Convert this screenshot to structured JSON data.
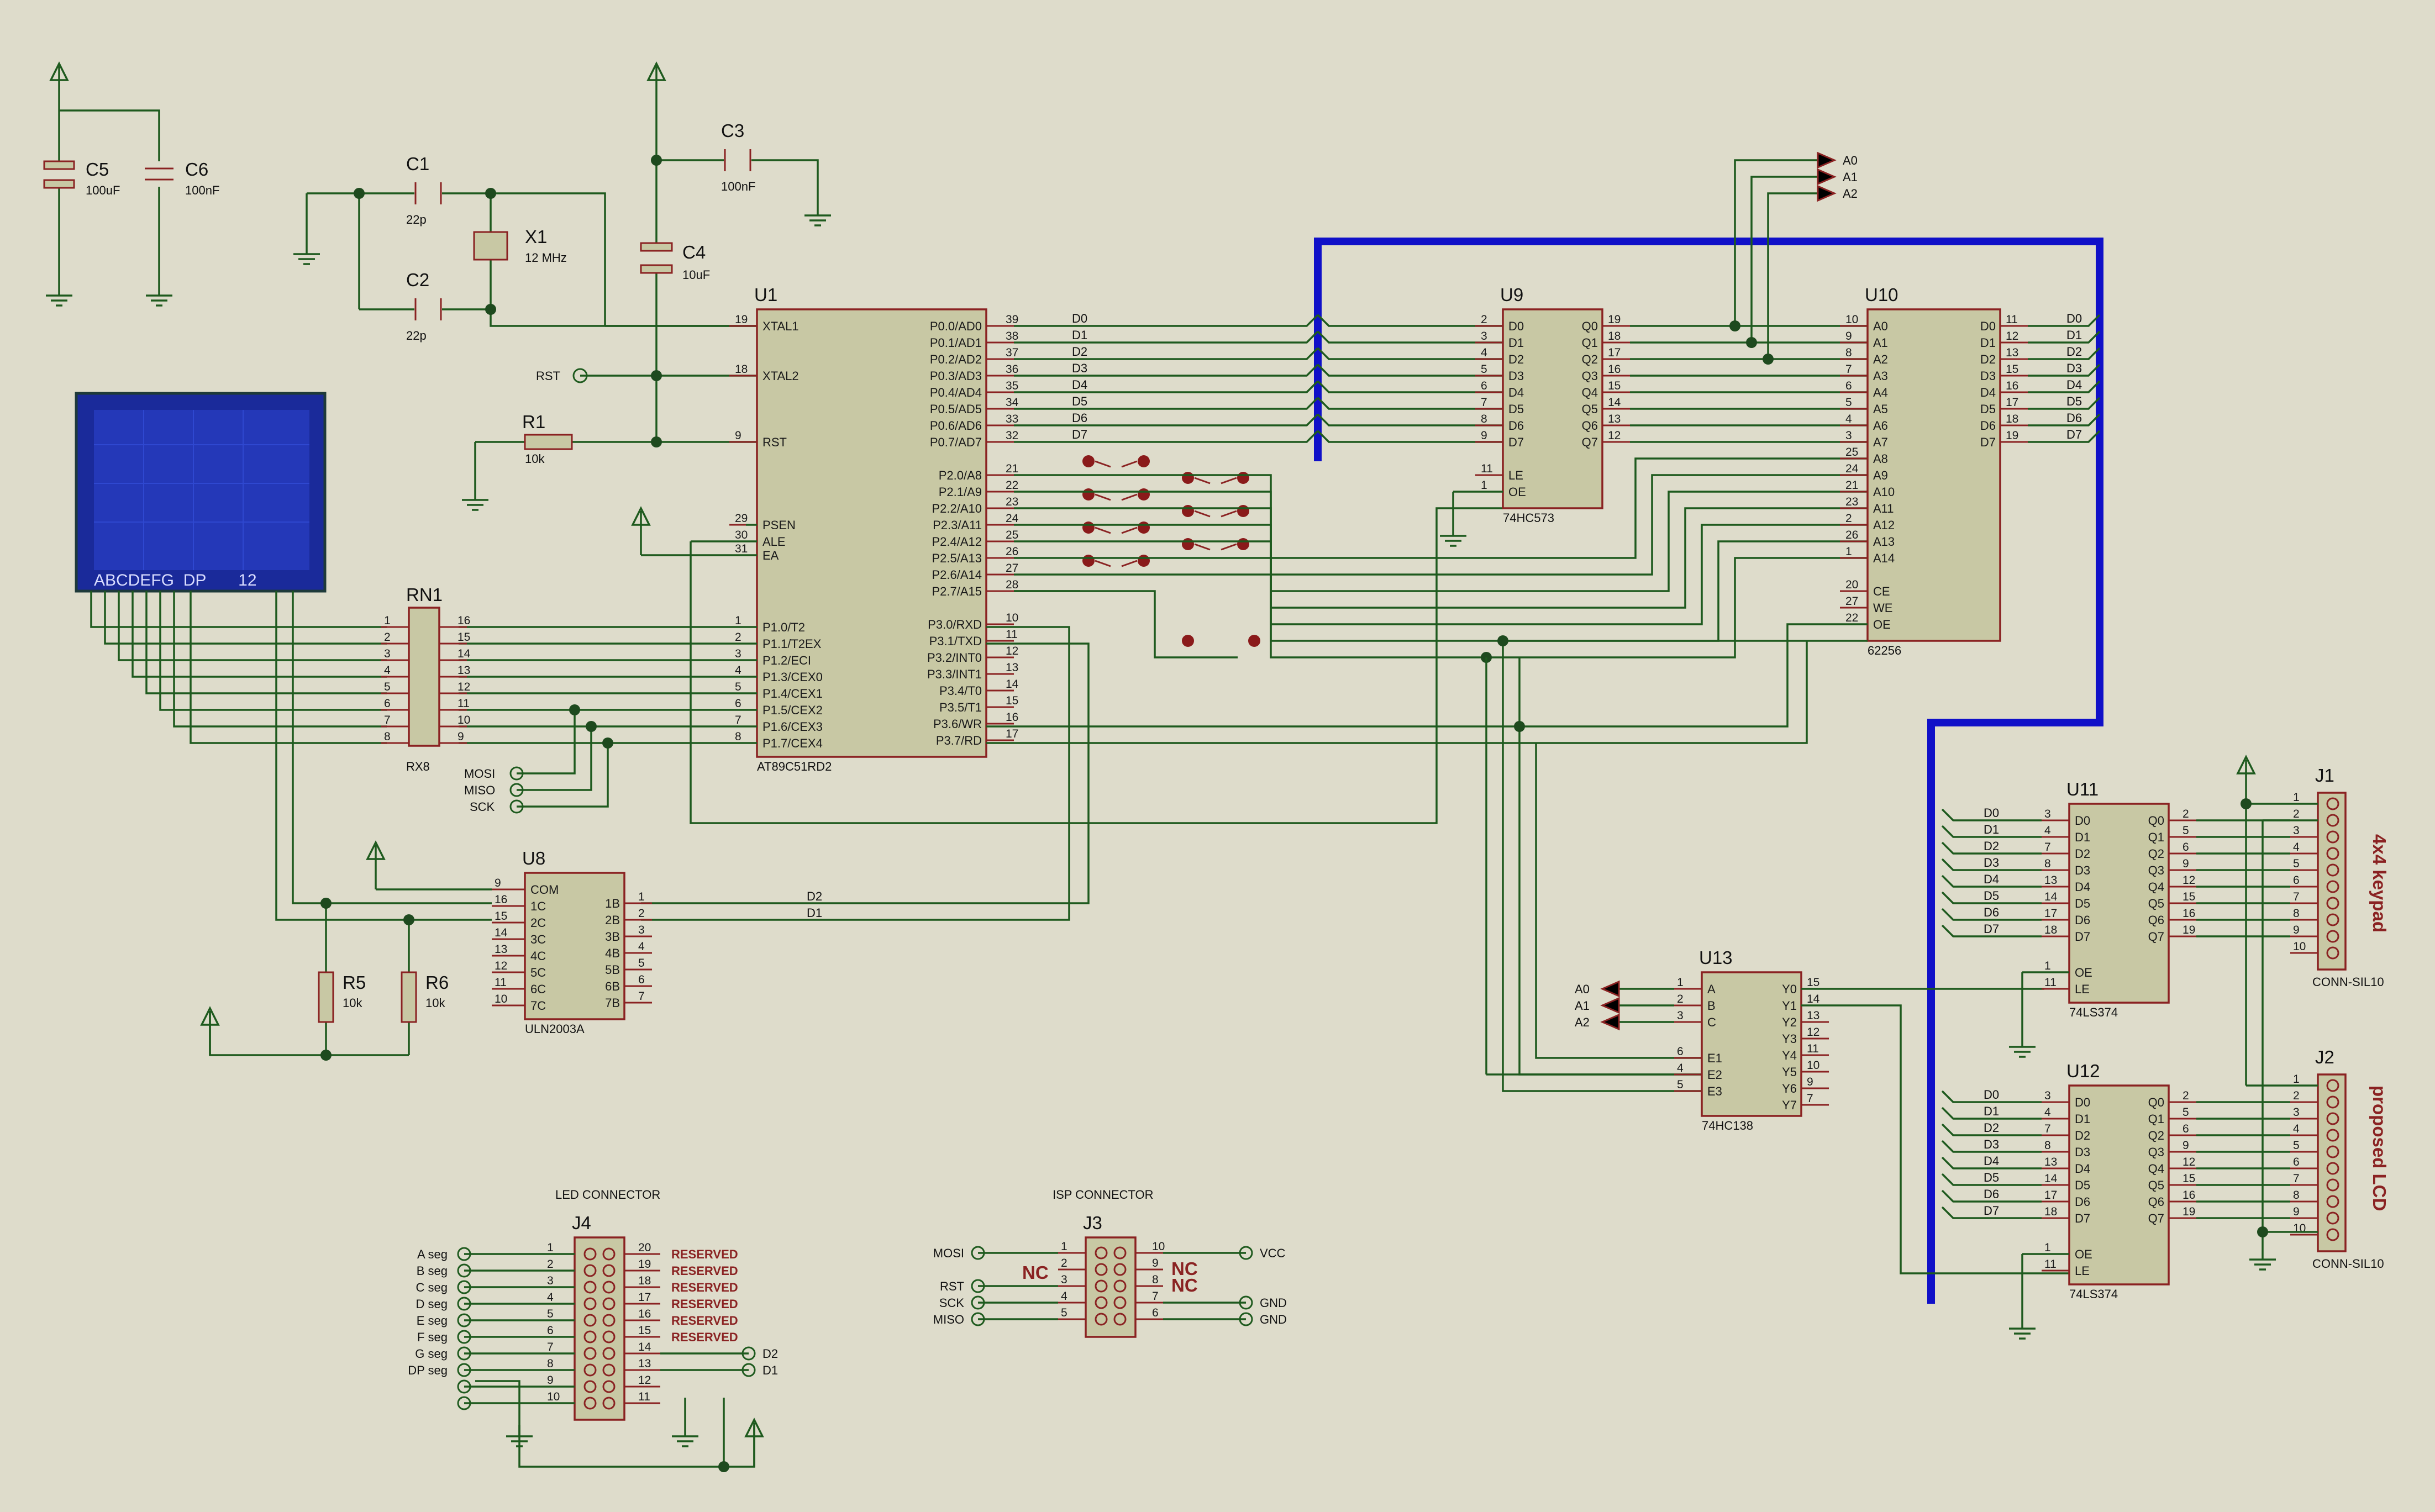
{
  "diagram": {
    "connector_titles": {
      "led": "LED CONNECTOR",
      "isp": "ISP CONNECTOR"
    },
    "side_labels": {
      "j1": "4x4 keypad",
      "j2": "proposed LCD"
    },
    "lcd": {
      "text": "ABCDEFG  DP       12"
    },
    "components": [
      {
        "ref": "C5",
        "value": "100uF"
      },
      {
        "ref": "C6",
        "value": "100nF"
      },
      {
        "ref": "C1",
        "value": "22p"
      },
      {
        "ref": "C2",
        "value": "22p"
      },
      {
        "ref": "X1",
        "value": "12 MHz"
      },
      {
        "ref": "C3",
        "value": "100nF"
      },
      {
        "ref": "C4",
        "value": "10uF"
      },
      {
        "ref": "R1",
        "value": "10k"
      },
      {
        "ref": "RN1",
        "value": "RX8"
      },
      {
        "ref": "R5",
        "value": "10k"
      },
      {
        "ref": "R6",
        "value": "10k"
      },
      {
        "ref": "U1",
        "value": "AT89C51RD2"
      },
      {
        "ref": "U9",
        "value": "74HC573"
      },
      {
        "ref": "U10",
        "value": "62256"
      },
      {
        "ref": "U8",
        "value": "ULN2003A"
      },
      {
        "ref": "U13",
        "value": "74HC138"
      },
      {
        "ref": "U11",
        "value": "74LS374"
      },
      {
        "ref": "U12",
        "value": "74LS374"
      },
      {
        "ref": "J1",
        "value": "CONN-SIL10"
      },
      {
        "ref": "J2",
        "value": "CONN-SIL10"
      },
      {
        "ref": "J3",
        "value": ""
      },
      {
        "ref": "J4",
        "value": ""
      }
    ],
    "u1_left": [
      {
        "num": "19",
        "name": "XTAL1"
      },
      {
        "num": "18",
        "name": "XTAL2"
      },
      {
        "num": "9",
        "name": "RST"
      },
      {
        "num": "29",
        "name": "PSEN"
      },
      {
        "num": "30",
        "name": "ALE"
      },
      {
        "num": "31",
        "name": "EA"
      },
      {
        "num": "1",
        "name": "P1.0/T2"
      },
      {
        "num": "2",
        "name": "P1.1/T2EX"
      },
      {
        "num": "3",
        "name": "P1.2/ECI"
      },
      {
        "num": "4",
        "name": "P1.3/CEX0"
      },
      {
        "num": "5",
        "name": "P1.4/CEX1"
      },
      {
        "num": "6",
        "name": "P1.5/CEX2"
      },
      {
        "num": "7",
        "name": "P1.6/CEX3"
      },
      {
        "num": "8",
        "name": "P1.7/CEX4"
      }
    ],
    "u1_right": [
      {
        "num": "39",
        "name": "P0.0/AD0"
      },
      {
        "num": "38",
        "name": "P0.1/AD1"
      },
      {
        "num": "37",
        "name": "P0.2/AD2"
      },
      {
        "num": "36",
        "name": "P0.3/AD3"
      },
      {
        "num": "35",
        "name": "P0.4/AD4"
      },
      {
        "num": "34",
        "name": "P0.5/AD5"
      },
      {
        "num": "33",
        "name": "P0.6/AD6"
      },
      {
        "num": "32",
        "name": "P0.7/AD7"
      },
      {
        "num": "21",
        "name": "P2.0/A8"
      },
      {
        "num": "22",
        "name": "P2.1/A9"
      },
      {
        "num": "23",
        "name": "P2.2/A10"
      },
      {
        "num": "24",
        "name": "P2.3/A11"
      },
      {
        "num": "25",
        "name": "P2.4/A12"
      },
      {
        "num": "26",
        "name": "P2.5/A13"
      },
      {
        "num": "27",
        "name": "P2.6/A14"
      },
      {
        "num": "28",
        "name": "P2.7/A15"
      },
      {
        "num": "10",
        "name": "P3.0/RXD"
      },
      {
        "num": "11",
        "name": "P3.1/TXD"
      },
      {
        "num": "12",
        "name": "P3.2/INT0"
      },
      {
        "num": "13",
        "name": "P3.3/INT1"
      },
      {
        "num": "14",
        "name": "P3.4/T0"
      },
      {
        "num": "15",
        "name": "P3.5/T1"
      },
      {
        "num": "16",
        "name": "P3.6/WR"
      },
      {
        "num": "17",
        "name": "P3.7/RD"
      }
    ],
    "data_bus_labels": [
      "D0",
      "D1",
      "D2",
      "D3",
      "D4",
      "D5",
      "D6",
      "D7"
    ],
    "u9_left": [
      {
        "num": "2",
        "name": "D0"
      },
      {
        "num": "3",
        "name": "D1"
      },
      {
        "num": "4",
        "name": "D2"
      },
      {
        "num": "5",
        "name": "D3"
      },
      {
        "num": "6",
        "name": "D4"
      },
      {
        "num": "7",
        "name": "D5"
      },
      {
        "num": "8",
        "name": "D6"
      },
      {
        "num": "9",
        "name": "D7"
      },
      {
        "num": "11",
        "name": "LE"
      },
      {
        "num": "1",
        "name": "OE"
      }
    ],
    "u9_right": [
      {
        "num": "19",
        "name": "Q0"
      },
      {
        "num": "18",
        "name": "Q1"
      },
      {
        "num": "17",
        "name": "Q2"
      },
      {
        "num": "16",
        "name": "Q3"
      },
      {
        "num": "15",
        "name": "Q4"
      },
      {
        "num": "14",
        "name": "Q5"
      },
      {
        "num": "13",
        "name": "Q6"
      },
      {
        "num": "12",
        "name": "Q7"
      }
    ],
    "u10_left": [
      {
        "num": "10",
        "name": "A0"
      },
      {
        "num": "9",
        "name": "A1"
      },
      {
        "num": "8",
        "name": "A2"
      },
      {
        "num": "7",
        "name": "A3"
      },
      {
        "num": "6",
        "name": "A4"
      },
      {
        "num": "5",
        "name": "A5"
      },
      {
        "num": "4",
        "name": "A6"
      },
      {
        "num": "3",
        "name": "A7"
      },
      {
        "num": "25",
        "name": "A8"
      },
      {
        "num": "24",
        "name": "A9"
      },
      {
        "num": "21",
        "name": "A10"
      },
      {
        "num": "23",
        "name": "A11"
      },
      {
        "num": "2",
        "name": "A12"
      },
      {
        "num": "26",
        "name": "A13"
      },
      {
        "num": "1",
        "name": "A14"
      },
      {
        "num": "20",
        "name": "CE"
      },
      {
        "num": "27",
        "name": "WE"
      },
      {
        "num": "22",
        "name": "OE"
      }
    ],
    "u10_right": [
      {
        "num": "11",
        "name": "D0"
      },
      {
        "num": "12",
        "name": "D1"
      },
      {
        "num": "13",
        "name": "D2"
      },
      {
        "num": "15",
        "name": "D3"
      },
      {
        "num": "16",
        "name": "D4"
      },
      {
        "num": "17",
        "name": "D5"
      },
      {
        "num": "18",
        "name": "D6"
      },
      {
        "num": "19",
        "name": "D7"
      }
    ],
    "addr_labels": [
      "A0",
      "A1",
      "A2"
    ],
    "rn1_left": [
      "1",
      "2",
      "3",
      "4",
      "5",
      "6",
      "7",
      "8"
    ],
    "rn1_right": [
      "16",
      "15",
      "14",
      "13",
      "12",
      "11",
      "10",
      "9"
    ],
    "u8_left": [
      {
        "num": "9",
        "name": "COM"
      },
      {
        "num": "16",
        "name": "1C"
      },
      {
        "num": "15",
        "name": "2C"
      },
      {
        "num": "14",
        "name": "3C"
      },
      {
        "num": "13",
        "name": "4C"
      },
      {
        "num": "12",
        "name": "5C"
      },
      {
        "num": "11",
        "name": "6C"
      },
      {
        "num": "10",
        "name": "7C"
      }
    ],
    "u8_right": [
      {
        "num": "1",
        "name": "1B"
      },
      {
        "num": "2",
        "name": "2B"
      },
      {
        "num": "3",
        "name": "3B"
      },
      {
        "num": "4",
        "name": "4B"
      },
      {
        "num": "5",
        "name": "5B"
      },
      {
        "num": "6",
        "name": "6B"
      },
      {
        "num": "7",
        "name": "7B"
      }
    ],
    "u8_nets": [
      "D2",
      "D1"
    ],
    "isp_nets": [
      "MOSI",
      "MISO",
      "SCK"
    ],
    "rst_label": "RST",
    "u13_left": [
      {
        "num": "1",
        "name": "A"
      },
      {
        "num": "2",
        "name": "B"
      },
      {
        "num": "3",
        "name": "C"
      },
      {
        "num": "6",
        "name": "E1"
      },
      {
        "num": "4",
        "name": "E2"
      },
      {
        "num": "5",
        "name": "E3"
      }
    ],
    "u13_right": [
      {
        "num": "15",
        "name": "Y0"
      },
      {
        "num": "14",
        "name": "Y1"
      },
      {
        "num": "13",
        "name": "Y2"
      },
      {
        "num": "12",
        "name": "Y3"
      },
      {
        "num": "11",
        "name": "Y4"
      },
      {
        "num": "10",
        "name": "Y5"
      },
      {
        "num": "9",
        "name": "Y6"
      },
      {
        "num": "7",
        "name": "Y7"
      }
    ],
    "latch_left": [
      {
        "num": "3",
        "name": "D0"
      },
      {
        "num": "4",
        "name": "D1"
      },
      {
        "num": "7",
        "name": "D2"
      },
      {
        "num": "8",
        "name": "D3"
      },
      {
        "num": "13",
        "name": "D4"
      },
      {
        "num": "14",
        "name": "D5"
      },
      {
        "num": "17",
        "name": "D6"
      },
      {
        "num": "18",
        "name": "D7"
      },
      {
        "num": "1",
        "name": "OE"
      },
      {
        "num": "11",
        "name": "LE"
      }
    ],
    "latch_right": [
      {
        "num": "2",
        "name": "Q0"
      },
      {
        "num": "5",
        "name": "Q1"
      },
      {
        "num": "6",
        "name": "Q2"
      },
      {
        "num": "9",
        "name": "Q3"
      },
      {
        "num": "12",
        "name": "Q4"
      },
      {
        "num": "15",
        "name": "Q5"
      },
      {
        "num": "16",
        "name": "Q6"
      },
      {
        "num": "19",
        "name": "Q7"
      }
    ],
    "sil_pins": [
      "1",
      "2",
      "3",
      "4",
      "5",
      "6",
      "7",
      "8",
      "9",
      "10"
    ],
    "j4_left_labels": [
      "A seg",
      "B seg",
      "C seg",
      "D seg",
      "E seg",
      "F seg",
      "G seg",
      "DP seg",
      "",
      ""
    ],
    "j4_left_nums": [
      "1",
      "2",
      "3",
      "4",
      "5",
      "6",
      "7",
      "8",
      "9",
      "10"
    ],
    "j4_right_nums": [
      "20",
      "19",
      "18",
      "17",
      "16",
      "15",
      "14",
      "13",
      "12",
      "11"
    ],
    "j4_right_labels": [
      "RESERVED",
      "RESERVED",
      "RESERVED",
      "RESERVED",
      "RESERVED",
      "RESERVED",
      "",
      "",
      "",
      ""
    ],
    "j4_nets": [
      "D2",
      "D1"
    ],
    "j3_left_labels": [
      "MOSI",
      "",
      "RST",
      "SCK",
      "MISO"
    ],
    "j3_left_nums": [
      "1",
      "2",
      "3",
      "4",
      "5"
    ],
    "j3_right_nums": [
      "10",
      "9",
      "8",
      "7",
      "6"
    ],
    "j3_right_labels": [
      "VCC",
      "",
      "",
      "GND",
      "GND"
    ],
    "j3_nc": "NC"
  },
  "colors": {
    "background": "#dedccb",
    "wire": "#1e5a1e",
    "bus": "#1010c8",
    "body": "#c8c8a4",
    "outline": "#8a2222",
    "lcd": "#1a2a9a"
  }
}
